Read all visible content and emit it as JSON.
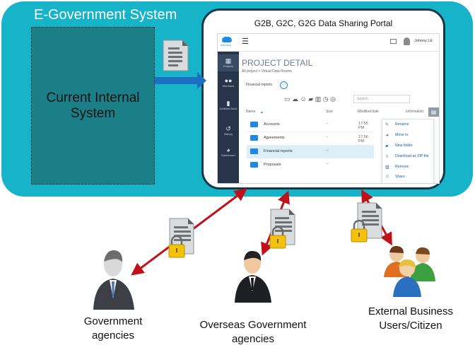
{
  "diagram": {
    "egov_title": "E-Government System",
    "internal_system_label": "Current Internal System",
    "portal_title": "G2B, G2C, G2G Data Sharing Portal",
    "actors": {
      "government": "Government agencies",
      "overseas": "Overseas Government agencies",
      "external": "External Business Users/Citizen"
    }
  },
  "portal_app": {
    "logo_text": "ezeCloud",
    "user_name": "Johnny LE",
    "page_title": "PROJECT DETAIL",
    "breadcrumb": "All project > Virtual Data Rooms",
    "folder_label": "Financial reports",
    "search_placeholder": "Search",
    "sidebar": [
      {
        "label": "Projects",
        "icon": "grid-icon"
      },
      {
        "label": "Members",
        "icon": "members-icon"
      },
      {
        "label": "Address Book",
        "icon": "book-icon"
      },
      {
        "label": "History",
        "icon": "history-icon"
      },
      {
        "label": "Dashboard",
        "icon": "pie-icon"
      }
    ],
    "columns": {
      "name": "Name",
      "size": "Size",
      "modified": "Modified date",
      "information": "Information"
    },
    "rows": [
      {
        "name": "Accounts",
        "size": "--",
        "date": "17:55 PM"
      },
      {
        "name": "Agreements",
        "size": "--",
        "date": "17:56 PM"
      },
      {
        "name": "Financial reports",
        "size": "--",
        "date": ""
      },
      {
        "name": "Proposals",
        "size": "--",
        "date": ""
      }
    ],
    "context_menu": [
      "Rename",
      "Move to",
      "New folder",
      "Download as ZIP file",
      "Remove",
      "Share"
    ]
  },
  "colors": {
    "egov_fill": "#17b3c9",
    "internal_fill": "#1a7f86",
    "arrow": "#c0101a",
    "sidebar": "#27344a",
    "accent": "#1e88e5"
  }
}
